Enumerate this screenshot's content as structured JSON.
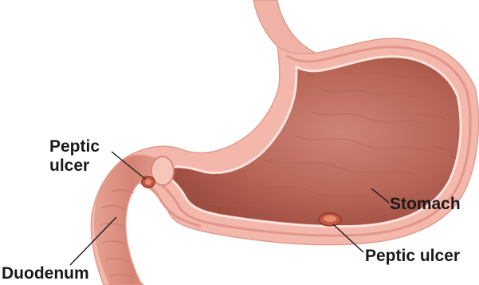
{
  "labels": {
    "peptic_ulcer_top_line1": "Peptic",
    "peptic_ulcer_top_line2": "ulcer",
    "stomach": "Stomach",
    "peptic_ulcer_bottom": "Peptic ulcer",
    "duodenum": "Duodenum"
  },
  "colors": {
    "outer_wall": "#f3b7ac",
    "muscle_wall": "#d98a7f",
    "lumen": "#c87569",
    "lumen_dark": "#a85549",
    "lining": "#fbe3dd",
    "ulcer": "#b8462f"
  }
}
